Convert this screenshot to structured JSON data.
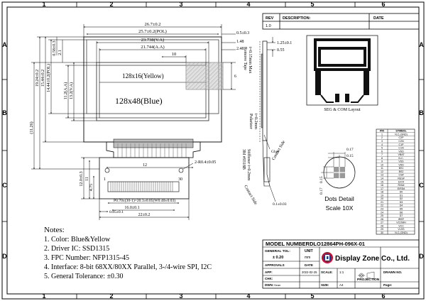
{
  "frame": {
    "zones_top": [
      "1",
      "2",
      "3",
      "4",
      "5",
      "6"
    ],
    "zones_side": [
      "A",
      "B",
      "C",
      "D"
    ]
  },
  "revision": {
    "rev_header": "REV",
    "desc_header": "DESCRIPTION:",
    "date_header": "DATE",
    "rev_value": "1.0"
  },
  "front_view": {
    "yellow_area": "128x16(Yellow)",
    "blue_area": "128x48(Blue)",
    "dim_outline_w": "26.7±0.2",
    "dim_pol_w": "25.7±0.2(POL)",
    "dim_va_w": "23.738(V.A)",
    "dim_aa_w": "21.744(A.A)",
    "dim_10": "10",
    "dim_05": "0.5±0.3",
    "dim_148": "1.48",
    "dim_248": "2.48",
    "dim_6": "6",
    "dim_left_058": "0.58±0.3",
    "dim_left_21": "2.1",
    "dim_112": "11.2(A.A)",
    "dim_132": "13.2(V.A)",
    "dim_144": "14.44±0.2(POL)",
    "dim_154": "15.44±0.2",
    "dim_1924": "19.24±0.2",
    "dim_1126": "(11.26)",
    "dim_fpc_12": "12",
    "dim_120": "12.0±0.3",
    "dim_11": "11",
    "dim_475": "4.75",
    "dim_pitch": "P0.70x(30-1)=20.3±0.05(W0.40±0.03)",
    "dim_085": "0.85±0.1",
    "dim_160": "16.0±0.1",
    "dim_220": "22±0.2",
    "dim_r": "2-R0.4±0.05",
    "pin_1": "1",
    "pin_30": "30"
  },
  "side_view": {
    "tape": "Remove Tape",
    "tape_thk": "t=0.15mm Max",
    "dim_125": "1.25±0.1",
    "dim_055": "0.55",
    "polarizer": "Polarizer",
    "pol_thk": "t=0.2mm",
    "glue": "Glue",
    "stiffener1": "3M #9318B",
    "stiffener2": "Stiffener t=0.2mm",
    "contact_side": "Contact Side",
    "dim_01": "0.1±0.03"
  },
  "seg_com": {
    "caption": "SEG & COM Layout"
  },
  "dots": {
    "title1": "Dots Detail",
    "title2": "Scale 10X",
    "dim_017": "0.17",
    "dim_015": "0.15",
    "dim_v015": "0.15",
    "dim_v017": "0.17"
  },
  "pin_table": {
    "headers": [
      "PIN",
      "SYMBOL"
    ],
    "rows": [
      [
        "1",
        "N.C.(GND)"
      ],
      [
        "2",
        "C2P"
      ],
      [
        "3",
        "C2N"
      ],
      [
        "4",
        "C1P"
      ],
      [
        "5",
        "C1N"
      ],
      [
        "6",
        "VDD"
      ],
      [
        "7",
        "VBAT"
      ],
      [
        "8",
        "N.C."
      ],
      [
        "9",
        "VSS"
      ],
      [
        "10",
        "VDD"
      ],
      [
        "11",
        "BS1"
      ],
      [
        "12",
        "BS2"
      ],
      [
        "13",
        "CS#"
      ],
      [
        "14",
        "RES#"
      ],
      [
        "15",
        "D/C#"
      ],
      [
        "16",
        "R/W#"
      ],
      [
        "17",
        "E/RD#"
      ],
      [
        "18",
        "D0"
      ],
      [
        "19",
        "D1"
      ],
      [
        "20",
        "D2"
      ],
      [
        "21",
        "D3"
      ],
      [
        "22",
        "D4"
      ],
      [
        "23",
        "D5"
      ],
      [
        "24",
        "D6"
      ],
      [
        "25",
        "D7"
      ],
      [
        "26",
        "IREF"
      ],
      [
        "27",
        "VCOMH"
      ],
      [
        "28",
        "VCC"
      ],
      [
        "29",
        "VLSS"
      ],
      [
        "30",
        "N.C.(GND)"
      ]
    ]
  },
  "notes": {
    "heading": "Notes:",
    "items": [
      "1. Color: Blue&Yellow",
      "2. Driver IC: SSD1315",
      "3. FPC Number: NFP1315-45",
      "4. Interface: 8-bit 68XX/80XX Parallel, 3-/4-wire SPI, I2C",
      "5. General Tolerance: ±0.30"
    ]
  },
  "title_block": {
    "model_label": "MODEL NUMBER:",
    "model_value": "DLO12864PH-096X-01",
    "gen_tol_label": "GENERAL TOL:",
    "gen_tol_value": "± 0.20",
    "unit_label": "UNIT",
    "unit_value": "mm",
    "approvals_label": "APPROVALS",
    "date_label": "DATE",
    "company": "Display Zone Co., Ltd.",
    "app_label": "APP:",
    "date_value": "2022-02-25",
    "scale_label": "SCALE:",
    "scale_value": "1:1",
    "drawn_label": "DRAWN NO.",
    "chk_label": "CHK:",
    "projection_label": "PROJECTION",
    "dwn_label": "DWN:",
    "dwn_value": "Sean",
    "size_label": "SIZE:",
    "size_value": "A4",
    "page_label": "Page:"
  }
}
